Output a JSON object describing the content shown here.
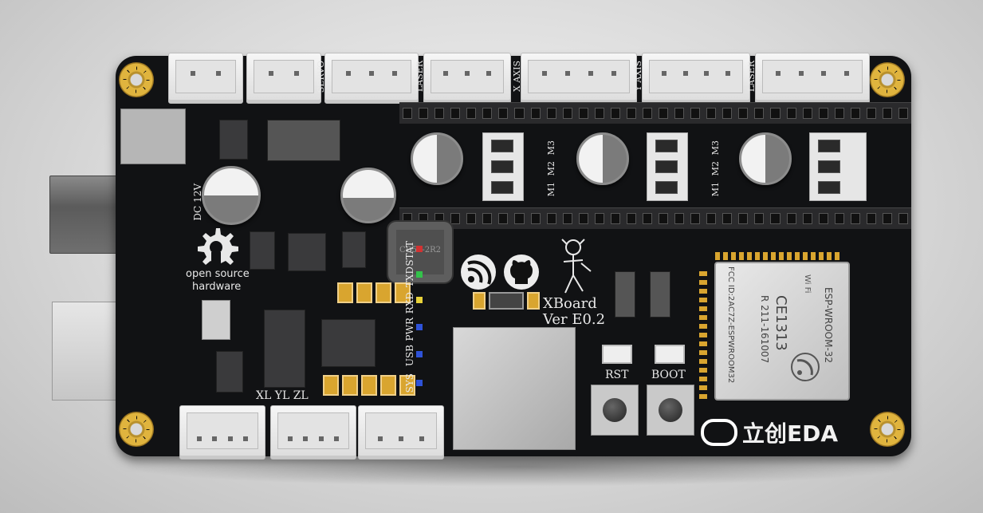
{
  "board": {
    "connector_labels": [
      "SERVO",
      "LASER",
      "X AXIS",
      "Y AXIS",
      "LASER"
    ],
    "power_label": "DC 12V",
    "oshw_label_top": "open source",
    "oshw_label_bottom": "hardware",
    "status_leds": [
      "STAT",
      "TXD",
      "RXD",
      "PWR",
      "USB",
      "SYS"
    ],
    "axis_labels": "XL YL ZL",
    "driver_jumpers": [
      "M1",
      "M2",
      "M3"
    ],
    "inductor_marking": "CD54-2R2",
    "board_name": "XBoard",
    "board_version": "Ver E0.2",
    "button_rst": "RST",
    "button_boot": "BOOT",
    "esp_module": {
      "model": "ESP-WROOM-32",
      "fcc": "FCC ID:2AC7Z-ESPWROOM32",
      "ce": "CE1313",
      "cert": "R 211-161007",
      "wifi": "Wi Fi"
    },
    "brand_logo": "立创EDA"
  },
  "colors": {
    "pcb": "#111214",
    "gold": "#d9a52f",
    "connector_white": "#f0f0f0"
  }
}
